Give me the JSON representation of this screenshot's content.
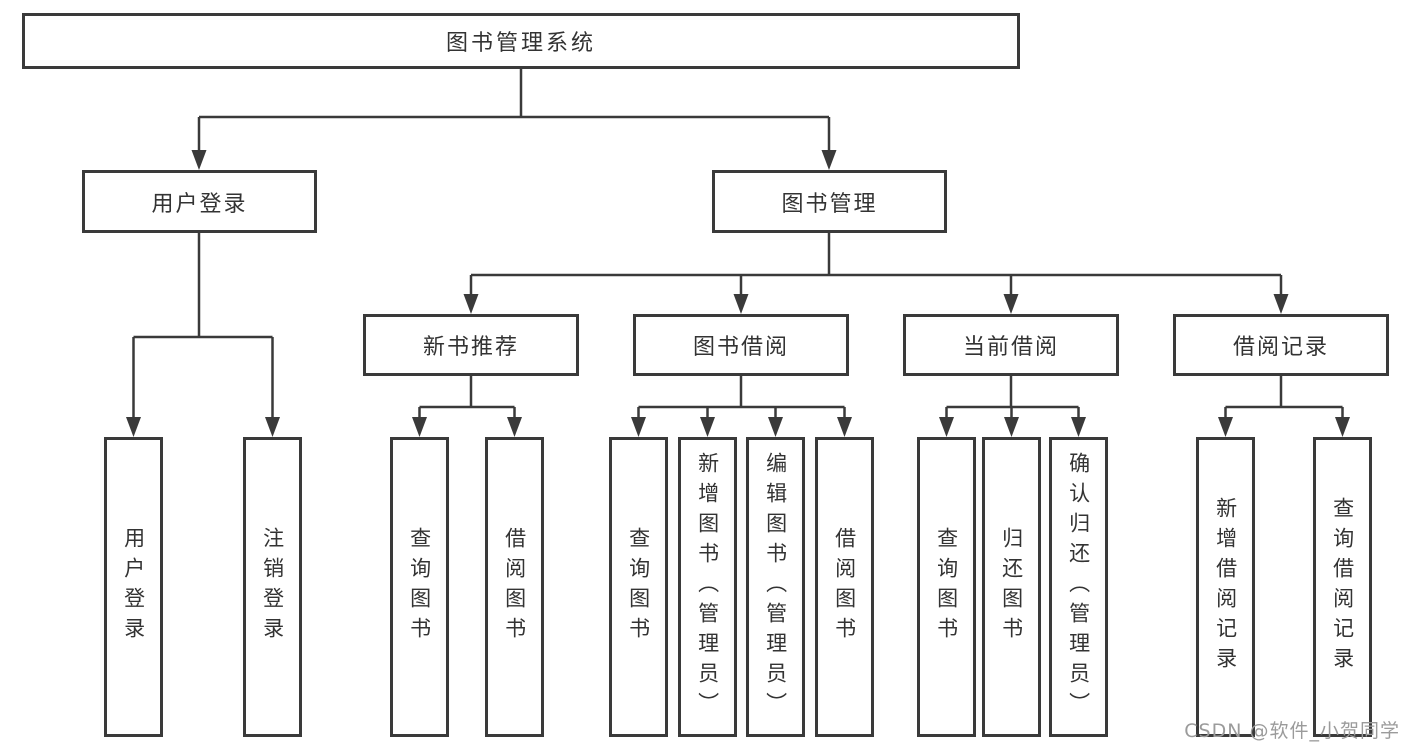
{
  "diagram_title": "图书管理系统",
  "nodes": {
    "root": "图书管理系统",
    "user_login": "用户登录",
    "book_mgmt": "图书管理",
    "new_book_rec": "新书推荐",
    "book_borrow": "图书借阅",
    "current_borrow": "当前借阅",
    "borrow_records": "借阅记录",
    "ul_user_login": "用户登录",
    "ul_logout": "注销登录",
    "nbr_query_books": "查询图书",
    "nbr_borrow_books": "借阅图书",
    "bb_query_books": "查询图书",
    "bb_add_books": "新增图书（管理员）",
    "bb_edit_books": "编辑图书（管理员）",
    "bb_borrow_books": "借阅图书",
    "cb_query_books": "查询图书",
    "cb_return_books": "归还图书",
    "cb_confirm_return": "确认归还（管理员）",
    "br_add_record": "新增借阅记录",
    "br_query_record": "查询借阅记录"
  },
  "hierarchy": {
    "图书管理系统": {
      "用户登录": [
        "用户登录",
        "注销登录"
      ],
      "图书管理": {
        "新书推荐": [
          "查询图书",
          "借阅图书"
        ],
        "图书借阅": [
          "查询图书",
          "新增图书（管理员）",
          "编辑图书（管理员）",
          "借阅图书"
        ],
        "当前借阅": [
          "查询图书",
          "归还图书",
          "确认归还（管理员）"
        ],
        "借阅记录": [
          "新增借阅记录",
          "查询借阅记录"
        ]
      }
    }
  },
  "watermark": "CSDN @软件_小贺同学",
  "colors": {
    "line": "#3a3a3a",
    "text": "#333333",
    "watermark": "#9b9b9b",
    "background": "#ffffff"
  }
}
